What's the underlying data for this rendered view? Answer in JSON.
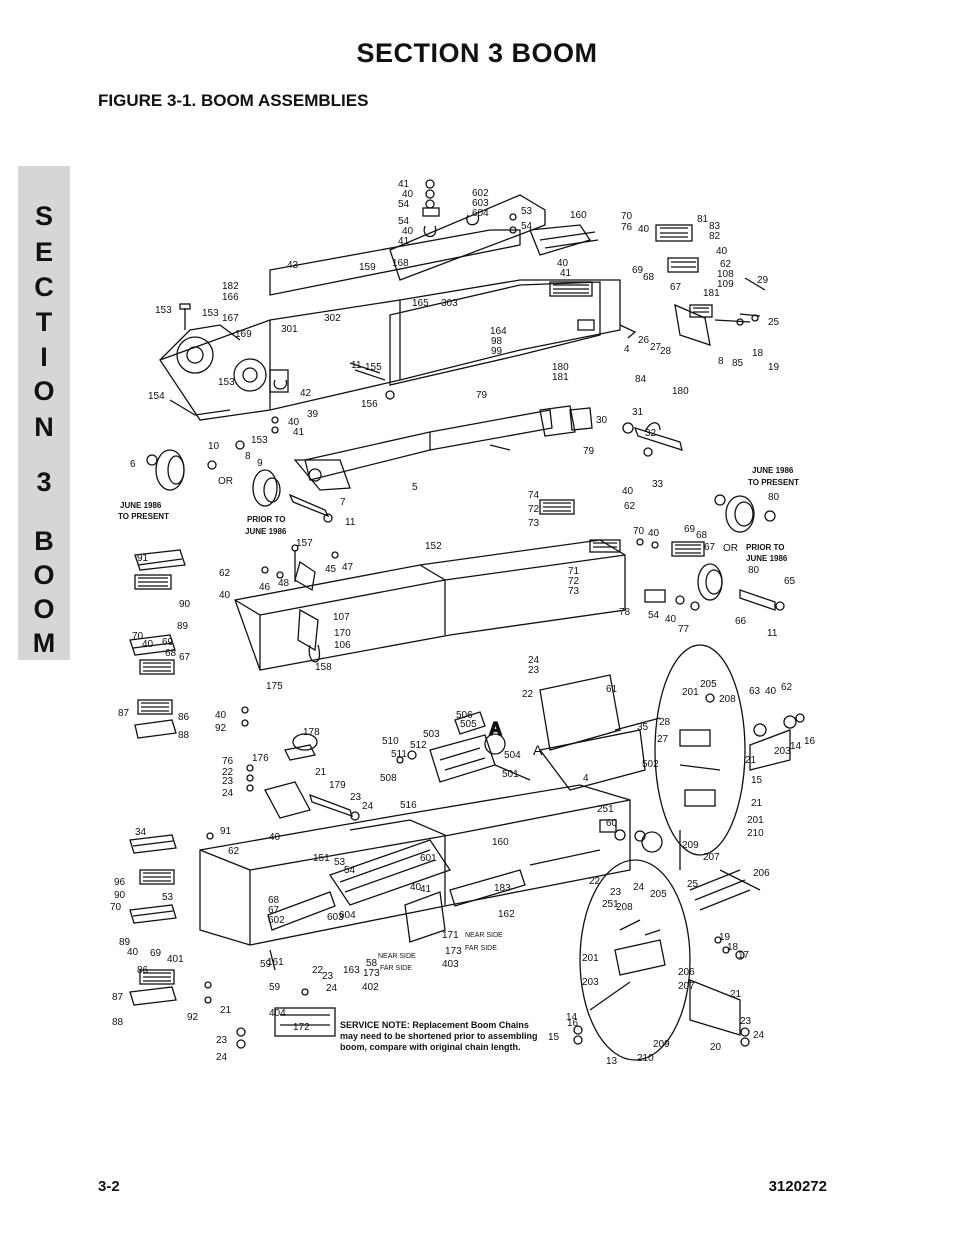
{
  "header": {
    "section_title": "SECTION 3  BOOM",
    "figure_title": "FIGURE 3-1.    BOOM ASSEMBLIES"
  },
  "side_tab": [
    "S",
    "E",
    "C",
    "T",
    "I",
    "O",
    "N",
    "3",
    "B",
    "O",
    "O",
    "M"
  ],
  "diagram": {
    "annotations": {
      "june_present_1": "JUNE 1986",
      "to_present_1": "TO PRESENT",
      "prior_to_1": "PRIOR TO",
      "june_1986_1": "JUNE 1986",
      "june_present_2": "JUNE 1986",
      "to_present_2": "TO PRESENT",
      "prior_to_2": "PRIOR TO",
      "june_1986_2": "JUNE 1986",
      "or_1": "OR",
      "or_2": "OR",
      "detail_a": "A",
      "detail_a2": "A",
      "near_side": "NEAR SIDE",
      "far_side": "FAR SIDE",
      "service_note_1": "SERVICE NOTE:  Replacement Boom Chains",
      "service_note_2": "may need to be shortened prior to assembling",
      "service_note_3": "boom, compare with original chain length."
    },
    "callouts": [
      "41",
      "40",
      "54",
      "602",
      "603",
      "604",
      "53",
      "54",
      "160",
      "70",
      "76",
      "40",
      "81",
      "83",
      "82",
      "54",
      "40",
      "41",
      "168",
      "40",
      "41",
      "69",
      "68",
      "67",
      "62",
      "108",
      "109",
      "40",
      "29",
      "43",
      "159",
      "182",
      "166",
      "167",
      "169",
      "153",
      "153",
      "302",
      "301",
      "165",
      "303",
      "164",
      "98",
      "99",
      "181",
      "180",
      "181",
      "26",
      "27",
      "28",
      "4",
      "25",
      "84",
      "8",
      "85",
      "18",
      "19",
      "180",
      "11",
      "155",
      "154",
      "153",
      "42",
      "39",
      "156",
      "153",
      "40",
      "41",
      "79",
      "31",
      "30",
      "32",
      "10",
      "8",
      "9",
      "OR",
      "79",
      "33",
      "6",
      "7",
      "11",
      "5",
      "80",
      "74",
      "72",
      "73",
      "40",
      "62",
      "70",
      "40",
      "69",
      "68",
      "67",
      "157",
      "152",
      "71",
      "72",
      "73",
      "80",
      "65",
      "91",
      "62",
      "46",
      "48",
      "45",
      "47",
      "90",
      "89",
      "40",
      "107",
      "170",
      "106",
      "78",
      "54",
      "40",
      "77",
      "66",
      "11",
      "70",
      "40",
      "69",
      "68",
      "67",
      "158",
      "175",
      "87",
      "86",
      "88",
      "40",
      "92",
      "178",
      "24",
      "23",
      "22",
      "61",
      "205",
      "208",
      "201",
      "63",
      "40",
      "62",
      "506",
      "505",
      "35",
      "28",
      "27",
      "510",
      "503",
      "511",
      "512",
      "504",
      "76",
      "176",
      "22",
      "23",
      "24",
      "21",
      "179",
      "23",
      "24",
      "508",
      "516",
      "501",
      "502",
      "4",
      "21",
      "203",
      "14",
      "16",
      "15",
      "251",
      "60",
      "21",
      "201",
      "210",
      "209",
      "207",
      "206",
      "34",
      "91",
      "62",
      "40",
      "151",
      "53",
      "54",
      "601",
      "160",
      "96",
      "90",
      "53",
      "70",
      "89",
      "40",
      "69",
      "68",
      "67",
      "602",
      "603",
      "604",
      "40",
      "41",
      "162",
      "183",
      "22",
      "23",
      "24",
      "25",
      "251",
      "208",
      "205",
      "19",
      "18",
      "17",
      "401",
      "161",
      "59",
      "171",
      "173",
      "403",
      "22",
      "23",
      "24",
      "58",
      "163",
      "173",
      "402",
      "201",
      "203",
      "206",
      "207",
      "21",
      "86",
      "87",
      "88",
      "92",
      "21",
      "59",
      "404",
      "172",
      "16",
      "14",
      "15",
      "13",
      "210",
      "209",
      "20",
      "23",
      "24",
      "23",
      "24"
    ]
  },
  "footer": {
    "page_number": "3-2",
    "document_number": "3120272"
  }
}
